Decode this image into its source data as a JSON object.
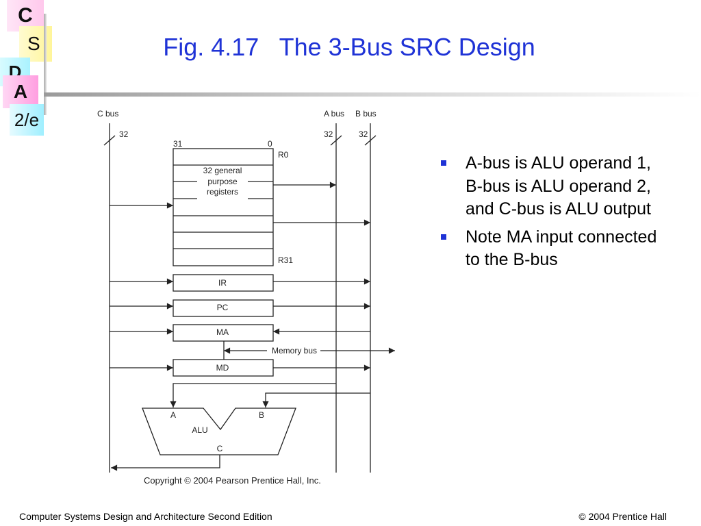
{
  "logo": {
    "letters": [
      "C",
      "S",
      "D",
      "A",
      "2/e"
    ],
    "colors": [
      "#ffc8ec",
      "#fff59a",
      "#a9f2ff",
      "#ff9ee0",
      "#9fefff"
    ]
  },
  "slide": {
    "title": "Fig. 4.17   The 3-Bus SRC Design",
    "title_color": "#1f33d6"
  },
  "diagram": {
    "c_bus": "C bus",
    "a_bus": "A bus",
    "b_bus": "B bus",
    "width_c": "32",
    "width_a": "32",
    "width_b": "32",
    "bit_high": "31",
    "bit_low": "0",
    "reg_top": "R0",
    "reg_bottom": "R31",
    "gpr_lines": [
      "32 general",
      "purpose",
      "registers"
    ],
    "ir": "IR",
    "pc": "PC",
    "ma": "MA",
    "memory_bus": "Memory bus",
    "md": "MD",
    "alu_a": "A",
    "alu_b": "B",
    "alu": "ALU",
    "alu_c": "C",
    "copyright": "Copyright © 2004 Pearson Prentice Hall, Inc."
  },
  "bullets": [
    "A-bus is ALU operand 1, B-bus is ALU operand 2, and C-bus is ALU output",
    "Note MA input connected to the B-bus"
  ],
  "footer": {
    "left": "Computer Systems Design and Architecture Second Edition",
    "right": "© 2004 Prentice Hall"
  }
}
